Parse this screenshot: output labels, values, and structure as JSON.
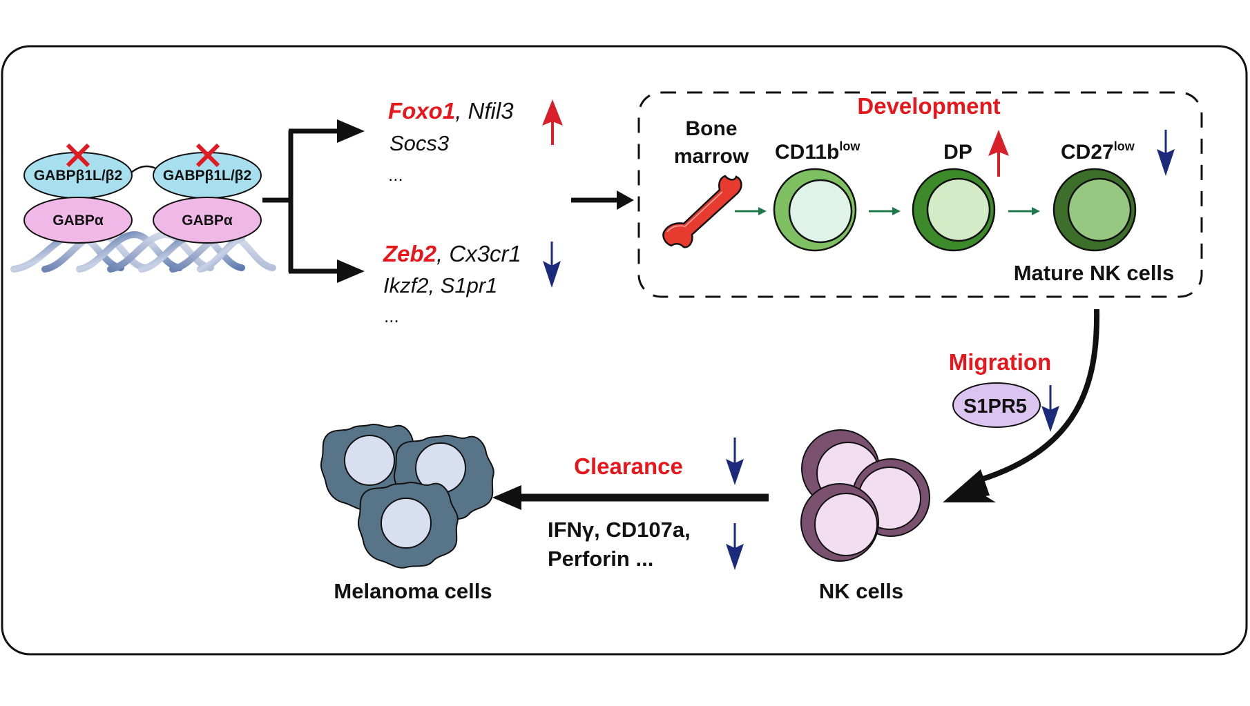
{
  "colors": {
    "highlight_red": "#e8161b",
    "up_arrow_red": "#d8202a",
    "down_arrow_blue": "#1b2a7a",
    "beta_subunit_fill": "#a8dfee",
    "alpha_subunit_fill": "#efb8e6",
    "s1pr5_fill": "#dcc4f0",
    "cd11b_low_ring": "#7fc063",
    "cd11b_low_core": "#dff3e8",
    "dp_ring": "#3c8a2a",
    "dp_core": "#d3ebc7",
    "cd27_low_ring": "#3e6f2a",
    "cd27_low_core": "#97c882",
    "nk_ring": "#7b5170",
    "nk_core": "#f2def0",
    "melanoma_body": "#577488",
    "melanoma_core": "#d8dff0",
    "bone": "#e63b2e",
    "flow_arrow_green": "#1e7a4a"
  },
  "complex": {
    "beta_label": "GABPβ1L/β2",
    "alpha_label": "GABPα",
    "knockout_mark": "✕",
    "dna": "dna-helix"
  },
  "upregulated": {
    "key_gene": "Foxo1",
    "separator": ", ",
    "genes_line1_rest": "Nfil3",
    "genes_line2": "Socs3",
    "ellipsis": "...",
    "direction": "up"
  },
  "downregulated": {
    "key_gene": "Zeb2",
    "separator": ", ",
    "genes_line1_rest": "Cx3cr1",
    "genes_line2": "Ikzf2, S1pr1",
    "ellipsis": "...",
    "direction": "down"
  },
  "development": {
    "title": "Development",
    "bone_marrow_line1": "Bone",
    "bone_marrow_line2": "marrow",
    "stages": [
      {
        "name": "CD11b",
        "sup": "low",
        "change": "none"
      },
      {
        "name": "DP",
        "sup": "",
        "change": "up"
      },
      {
        "name": "CD27",
        "sup": "low",
        "change": "down"
      }
    ],
    "mature_label": "Mature NK cells"
  },
  "migration": {
    "title": "Migration",
    "receptor": "S1PR5",
    "change": "down"
  },
  "nk": {
    "label": "NK cells"
  },
  "clearance": {
    "title": "Clearance",
    "change": "down",
    "effectors_line1": "IFNγ, CD107a,",
    "effectors_line2": "Perforin ...",
    "effectors_change": "down"
  },
  "melanoma": {
    "label": "Melanoma cells"
  }
}
